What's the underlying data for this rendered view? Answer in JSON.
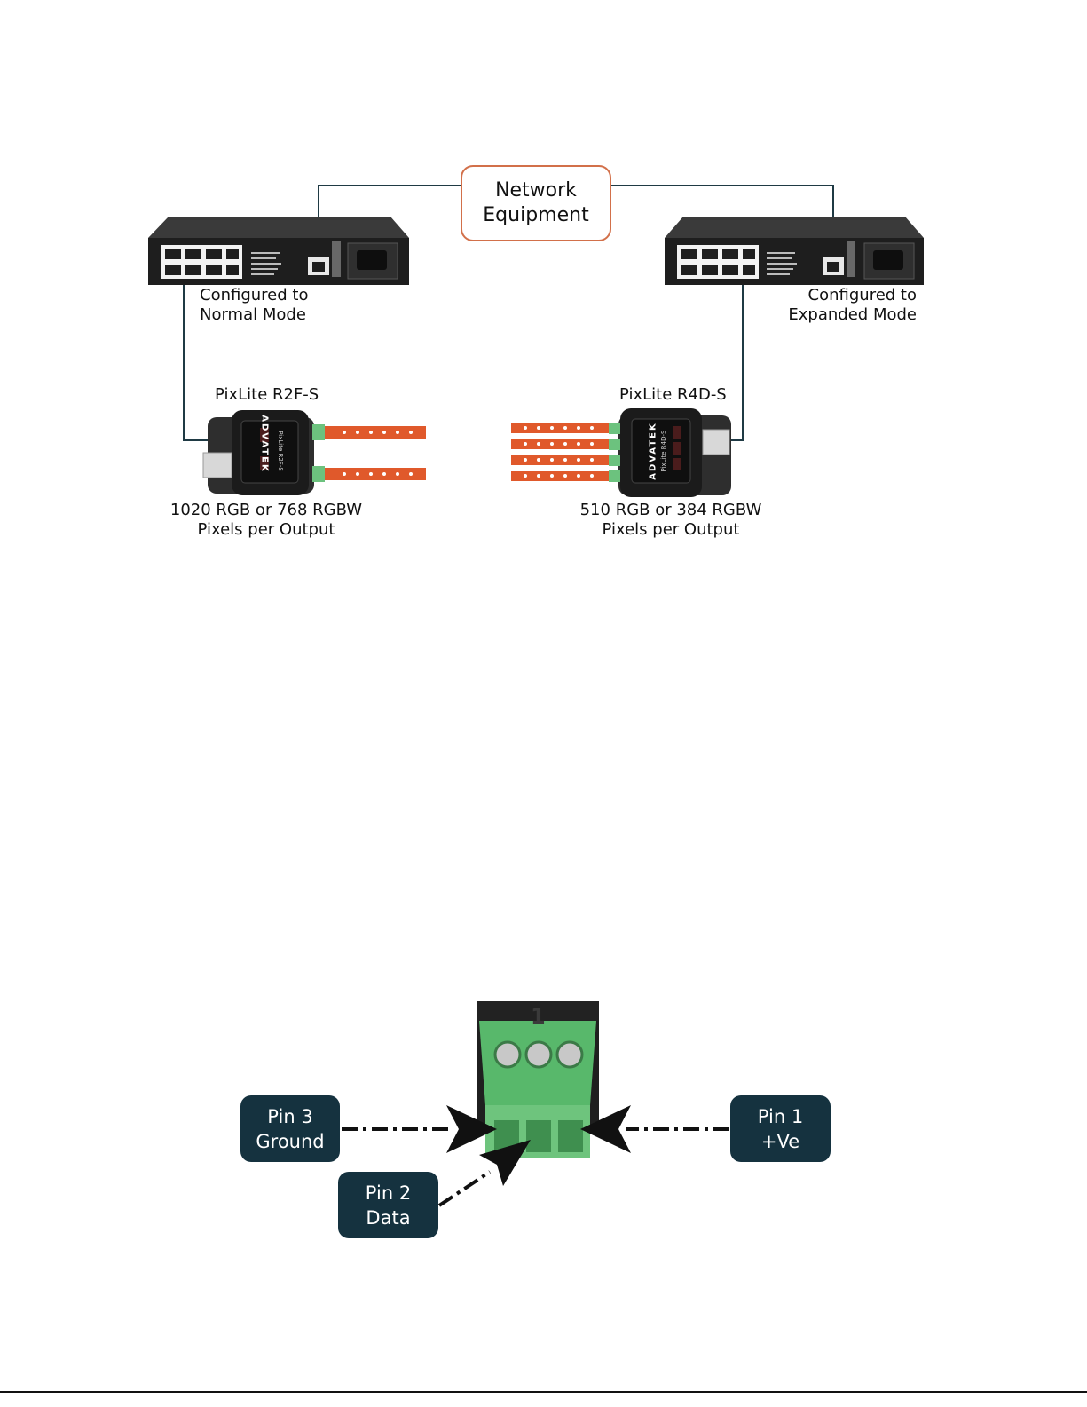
{
  "network": {
    "line1": "Network",
    "line2": "Equipment"
  },
  "left_switch": {
    "mode_line1": "Configured to",
    "mode_line2": "Normal Mode"
  },
  "right_switch": {
    "mode_line1": "Configured to",
    "mode_line2": "Expanded Mode"
  },
  "left_controller": {
    "name": "PixLite R2F-S",
    "brand": "ADVATEK",
    "model_text": "PixLite R2F-S",
    "capacity_line1": "1020 RGB or 768 RGBW",
    "capacity_line2": "Pixels per Output"
  },
  "right_controller": {
    "name": "PixLite R4D-S",
    "brand": "ADVATEK",
    "model_text": "PixLite R4D-S",
    "capacity_line1": "510 RGB or 384 RGBW",
    "capacity_line2": "Pixels per Output"
  },
  "connector": {
    "number": "1",
    "pin3": {
      "line1": "Pin 3",
      "line2": "Ground"
    },
    "pin2": {
      "line1": "Pin 2",
      "line2": "Data"
    },
    "pin1": {
      "line1": "Pin 1",
      "line2": "+Ve"
    }
  },
  "colors": {
    "accent": "#d2704a",
    "pill": "#15323f",
    "strip": "#e0592b",
    "terminal": "#5fb872",
    "device": "#2a2a2a"
  }
}
